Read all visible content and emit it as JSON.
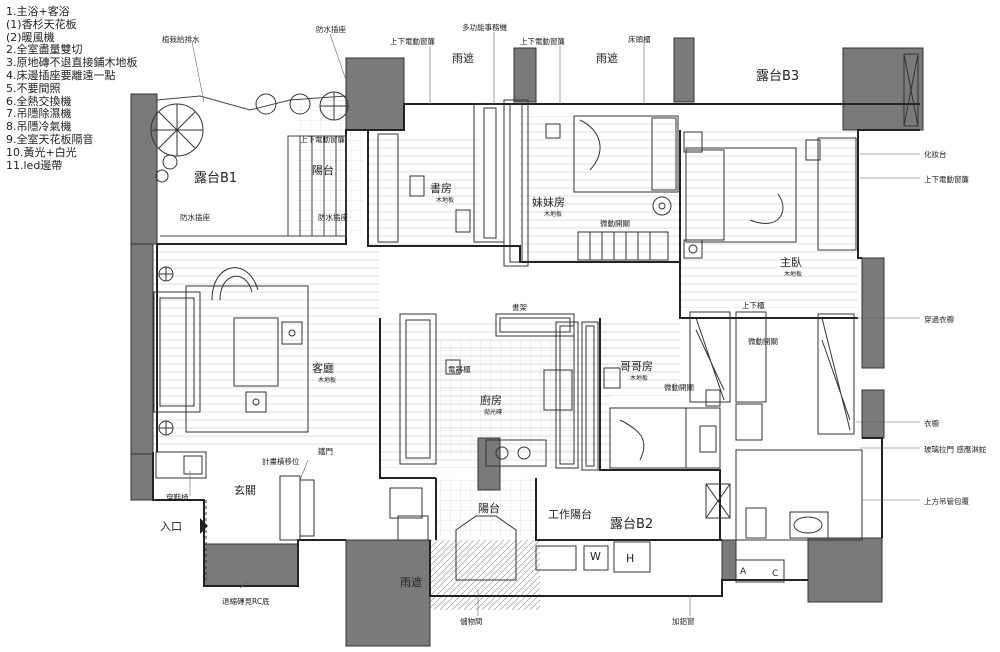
{
  "notes": [
    "1.主浴+客浴",
    "(1)香杉天花板",
    "(2)暖風機",
    "2.全室盡量雙切",
    "3.原地磚不退直接鋪木地板",
    "4.床邊插座要離遠一點",
    "5.不要間照",
    "6.全熱交換機",
    "7.吊隱除濕機",
    "8.吊隱冷氣機",
    "9.全室天花板隔音",
    "10.黃光+白光",
    "11.led邊帶"
  ],
  "rooms": {
    "balcony_b1": "露台B1",
    "balcony_small": "陽台",
    "study": "書房",
    "study_floor": "木地板",
    "sister_room": "妹妹房",
    "sister_floor": "木地板",
    "living_room": "客廳",
    "living_floor": "木地板",
    "kitchen": "廚房",
    "kitchen_floor": "拋光磚",
    "brother_room": "哥哥房",
    "brother_floor": "木地板",
    "master_bedroom": "主臥",
    "master_floor": "木地板",
    "balcony_b3": "露台B3",
    "entrance_hall": "玄關",
    "service_balcony": "工作陽台",
    "balcony_b2": "露台B2",
    "kitchen_balcony": "陽台",
    "entrance": "入口"
  },
  "fixtures": {
    "rain_shelter_1": "雨遮",
    "rain_shelter_2": "雨遮",
    "rain_shelter_3": "雨遮",
    "washer": "W",
    "heater": "H",
    "ac_a": "A",
    "ac_c": "C"
  },
  "callouts": {
    "waterproof_top": "防水插座",
    "planter_water": "植栽給排水",
    "multi_purpose": "多功能事務機",
    "blinds_1": "上下電動窗簾",
    "blinds_2": "上下電動窗簾",
    "curtain_rail": "床頭櫃",
    "blinds_3": "上下電動窗簾",
    "waterproof_left": "防水插座",
    "waterproof_mid": "防水插座",
    "sliding_door_1": "微動開關",
    "bookshelf": "書架",
    "electrical_cabinet": "電器櫃",
    "sliding_door_2": "微動開關",
    "glass_door": "上下櫃",
    "sliding_door_3": "微動開關",
    "walk_in": "穿過衣櫥",
    "vanity": "化妝台",
    "blinds_right": "上下電動窗簾",
    "wardrobe": "衣櫥",
    "shower": "玻璃拉門 感應淋蛇",
    "pipe_cover": "上方吊管包覆",
    "shoe_bench": "穿鞋椅",
    "electric_box": "計畫橫移位",
    "gate": "鐵門",
    "rc_wall": "退縮磚見RC底",
    "storage": "儲物間",
    "aluminum_window": "加鋁窗"
  }
}
